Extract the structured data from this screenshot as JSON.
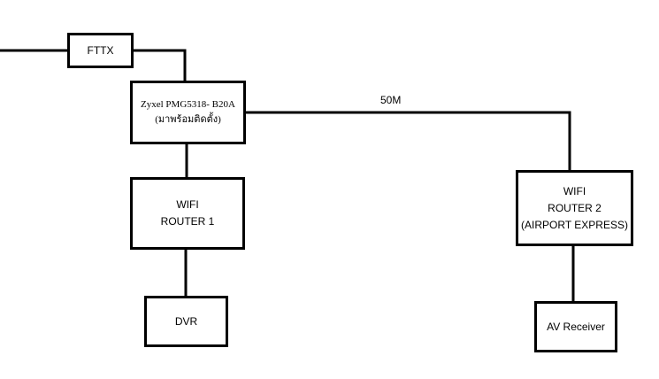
{
  "nodes": {
    "fttx": {
      "label": "FTTX"
    },
    "modem": {
      "line1": "Zyxel PMG5318-  B20A",
      "line2": "(มาพร้อมติดตั้ง)"
    },
    "router1": {
      "line1": "WIFI",
      "line2": "ROUTER 1"
    },
    "dvr": {
      "label": "DVR"
    },
    "router2": {
      "line1": "WIFI",
      "line2": "ROUTER 2",
      "line3": "(AIRPORT EXPRESS)"
    },
    "av": {
      "label": "AV Receiver"
    }
  },
  "links": {
    "modem_router2_speed": "50M"
  }
}
